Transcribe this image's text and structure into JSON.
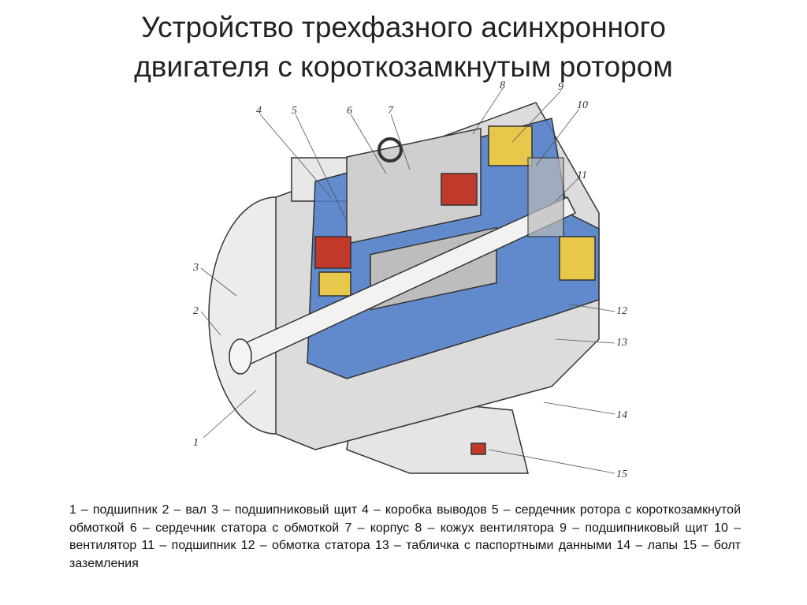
{
  "title": {
    "line1": "Устройство трехфазного асинхронного",
    "line2": "двигателя с короткозамкнутым ротором"
  },
  "callouts": [
    "1",
    "2",
    "3",
    "4",
    "5",
    "6",
    "7",
    "8",
    "9",
    "10",
    "11",
    "12",
    "13",
    "14",
    "15"
  ],
  "legend": {
    "text": "1 – подшипник 2 – вал 3 – подшипниковый щит 4 – коробка выводов 5 – сердечник ротора с короткозамкнутой обмоткой 6 – сердечник статора с обмоткой 7 – корпус 8 – кожух вентилятора 9 – подшипниковый щит 10 – вентилятор 11 – подшипник 12 – обмотка статора 13 – табличка с паспортными данными 14 – лапы 15 – болт заземления"
  },
  "colors": {
    "housing_blue": "#4a7bc8",
    "winding_red": "#c0392b",
    "winding_yellow": "#e8c84a",
    "metal_gray": "#d9d9d9",
    "outline": "#333333"
  }
}
